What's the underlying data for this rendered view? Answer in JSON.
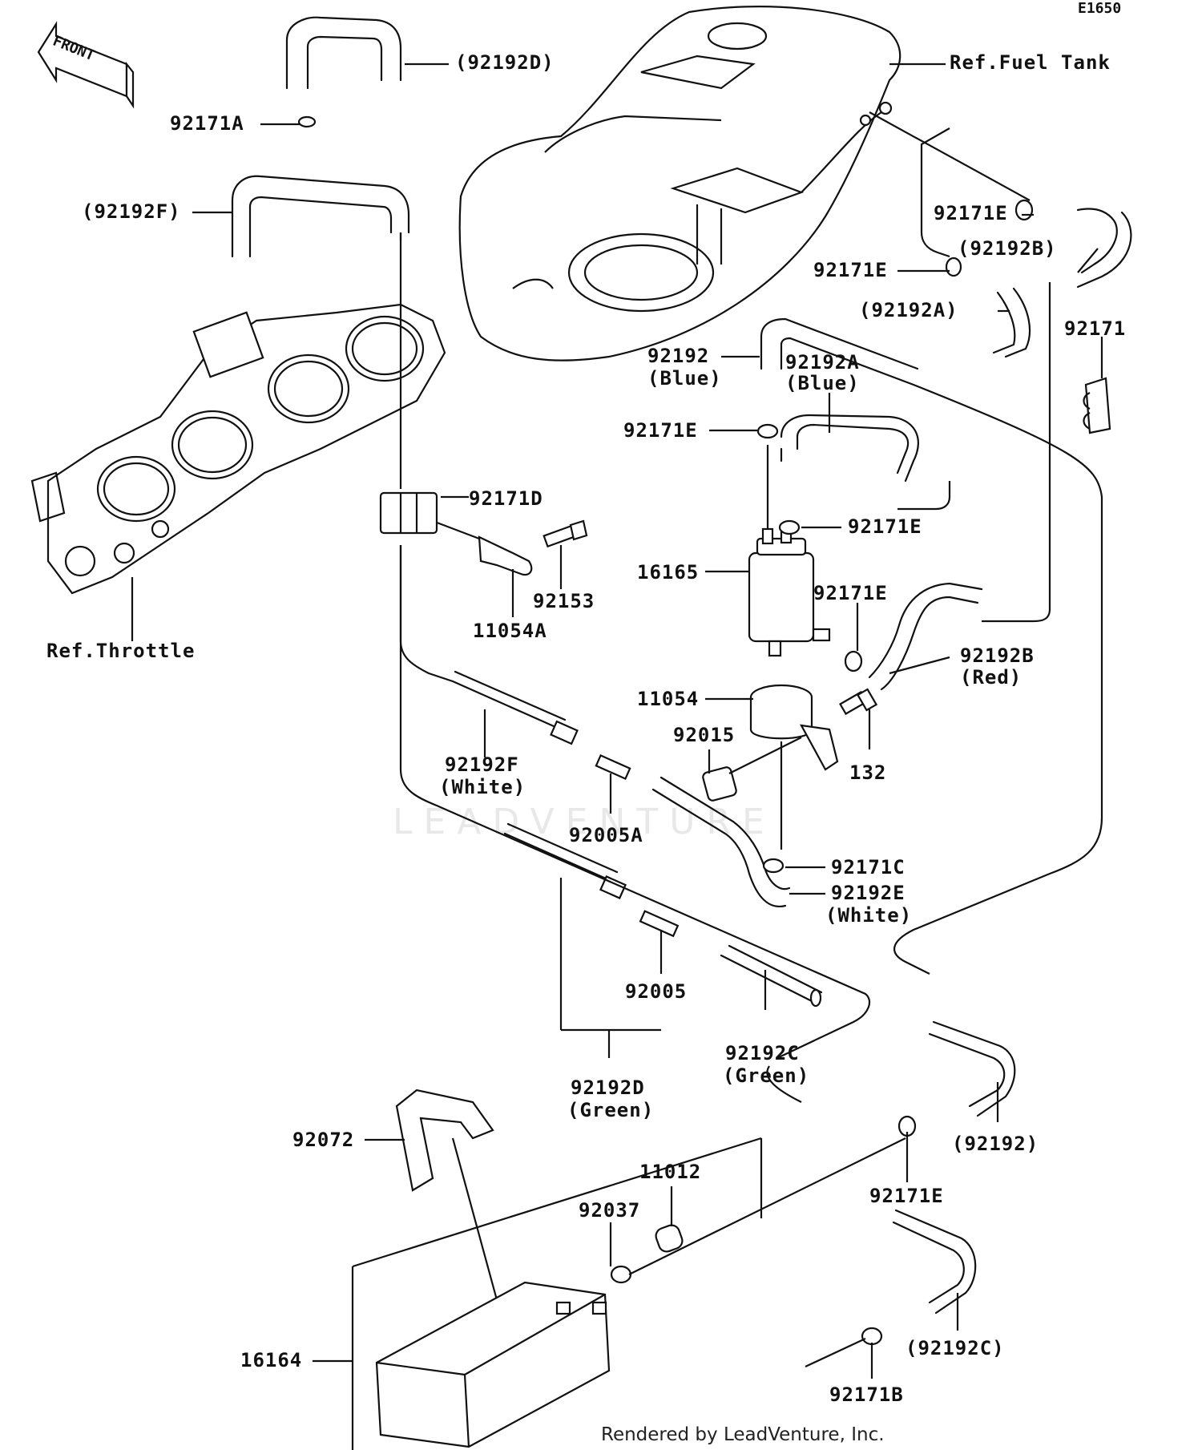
{
  "diagram_code": "E1650",
  "front_arrow": "FRONT",
  "credit": "Rendered by LeadVenture, Inc.",
  "watermark": "LEADVENTURE",
  "refs": {
    "fuel_tank": "Ref.Fuel Tank",
    "throttle": "Ref.Throttle"
  },
  "labels": {
    "p92192D_top": "(92192D)",
    "p92171A": "92171A",
    "p92192F_top": "(92192F)",
    "p92171E_1": "92171E",
    "p92192B_top": "(92192B)",
    "p92171E_2": "92171E",
    "p92192A_top": "(92192A)",
    "p92171": "92171",
    "p92192": "92192",
    "p92192_color": "(Blue)",
    "p92192A": "92192A",
    "p92192A_color": "(Blue)",
    "p92171E_3": "92171E",
    "p92171D": "92171D",
    "p92171E_4": "92171E",
    "p16165": "16165",
    "p92171E_5": "92171E",
    "p92153": "92153",
    "p11054A": "11054A",
    "p92192B": "92192B",
    "p92192B_color": "(Red)",
    "p11054": "11054",
    "p92015": "92015",
    "p132": "132",
    "p92192F": "92192F",
    "p92192F_color": "(White)",
    "p92005A": "92005A",
    "p92171C": "92171C",
    "p92192E": "92192E",
    "p92192E_color": "(White)",
    "p92005": "92005",
    "p92192C": "92192C",
    "p92192C_color": "(Green)",
    "p92192D": "92192D",
    "p92192D_color": "(Green)",
    "p92192_bottom": "(92192)",
    "p92072": "92072",
    "p11012": "11012",
    "p92037": "92037",
    "p92171E_6": "92171E",
    "p16164": "16164",
    "p92192C_bottom": "(92192C)",
    "p92171B": "92171B"
  }
}
